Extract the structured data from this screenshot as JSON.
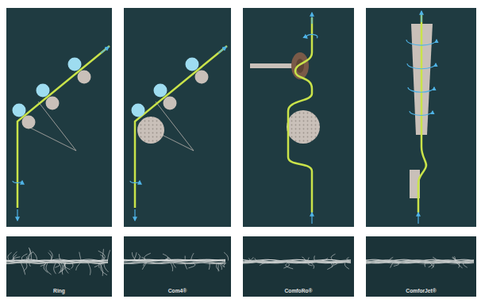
{
  "diagram": {
    "nodes": [
      {
        "text": [
          "Ring"
        ]
      },
      {
        "text": [
          "Com4®"
        ]
      },
      {
        "text": [
          "ComfoRo®"
        ]
      },
      {
        "text": [
          "ComforJet®"
        ]
      }
    ]
  }
}
